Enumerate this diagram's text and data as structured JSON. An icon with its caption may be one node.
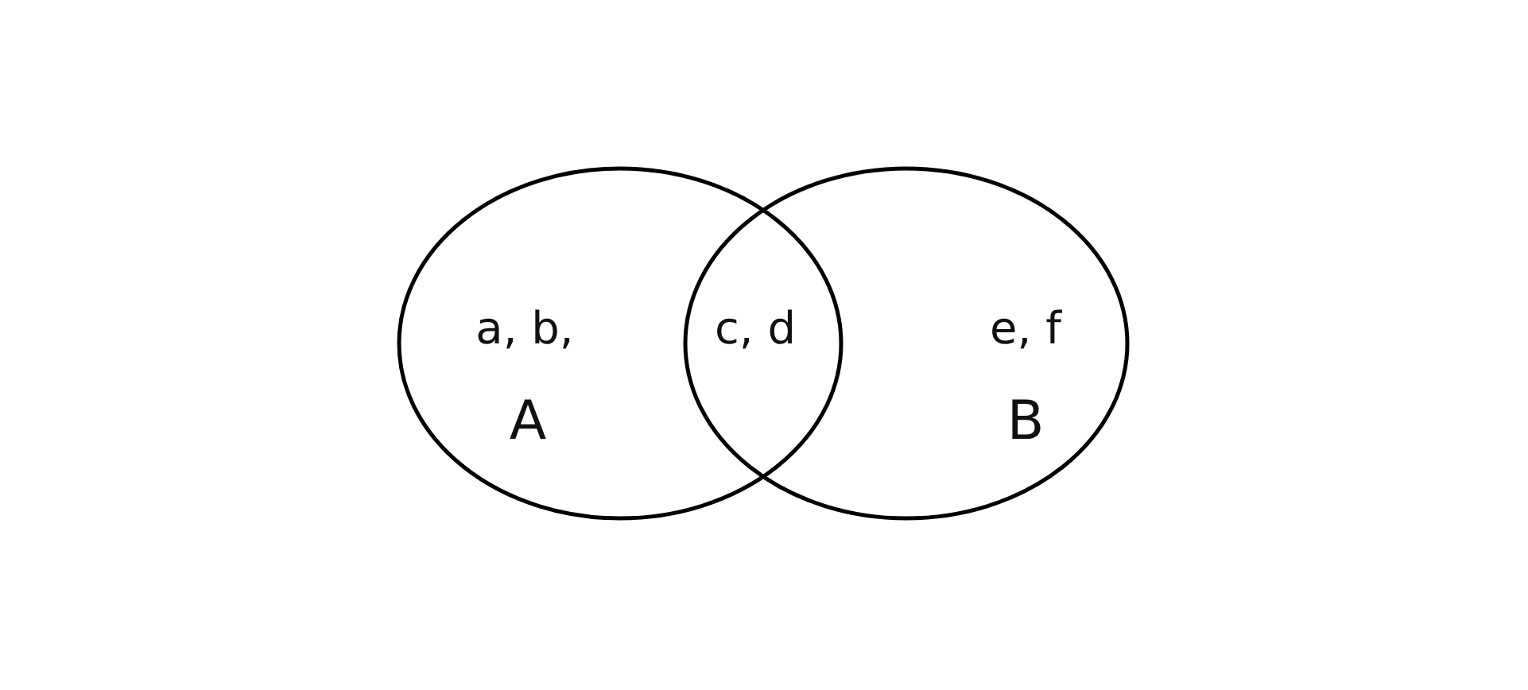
{
  "diagram": {
    "nodes": [
      {
        "text": [
          "a, b,",
          "A"
        ]
      },
      {
        "text": [
          "e, f",
          "B"
        ]
      }
    ],
    "labels": [
      "c, d"
    ]
  }
}
